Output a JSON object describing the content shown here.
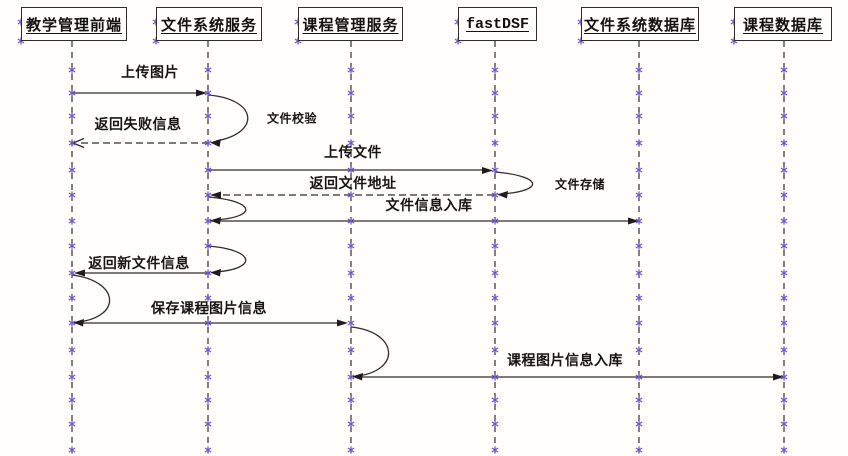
{
  "diagram": {
    "type": "uml-sequence-diagram",
    "actors": [
      {
        "name": "teaching-management-frontend",
        "label": "教学管理前端"
      },
      {
        "name": "file-system-service",
        "label": "文件系统服务"
      },
      {
        "name": "course-management-service",
        "label": "课程管理服务"
      },
      {
        "name": "fastdsf",
        "label": "fastDSF"
      },
      {
        "name": "file-system-database",
        "label": "文件系统数据库"
      },
      {
        "name": "course-database",
        "label": "课程数据库"
      }
    ],
    "messages": [
      {
        "label": "上传图片",
        "from": "教学管理前端",
        "to": "文件系统服务",
        "style": "solid"
      },
      {
        "label": "文件校验",
        "from": "文件系统服务",
        "to": "文件系统服务",
        "style": "self"
      },
      {
        "label": "返回失败信息",
        "from": "文件系统服务",
        "to": "教学管理前端",
        "style": "dashed"
      },
      {
        "label": "上传文件",
        "from": "文件系统服务",
        "to": "fastDSF",
        "style": "solid"
      },
      {
        "label": "文件存储",
        "from": "fastDSF",
        "to": "fastDSF",
        "style": "self"
      },
      {
        "label": "返回文件地址",
        "from": "fastDSF",
        "to": "文件系统服务",
        "style": "dashed"
      },
      {
        "label": "文件信息入库",
        "from": "文件系统服务",
        "to": "文件系统数据库",
        "style": "solid"
      },
      {
        "label": "返回新文件信息",
        "from": "文件系统服务",
        "to": "教学管理前端",
        "style": "solid"
      },
      {
        "label": "保存课程图片信息",
        "from": "教学管理前端",
        "to": "课程管理服务",
        "style": "solid"
      },
      {
        "label": "课程图片信息入库",
        "from": "课程管理服务",
        "to": "课程数据库",
        "style": "solid"
      }
    ],
    "colors": {
      "line": "#2e2e2e",
      "box_border": "#2d2d2d",
      "lifeline_marker": "#6a5acd",
      "background": "#fffefb",
      "text": "#151515"
    }
  }
}
